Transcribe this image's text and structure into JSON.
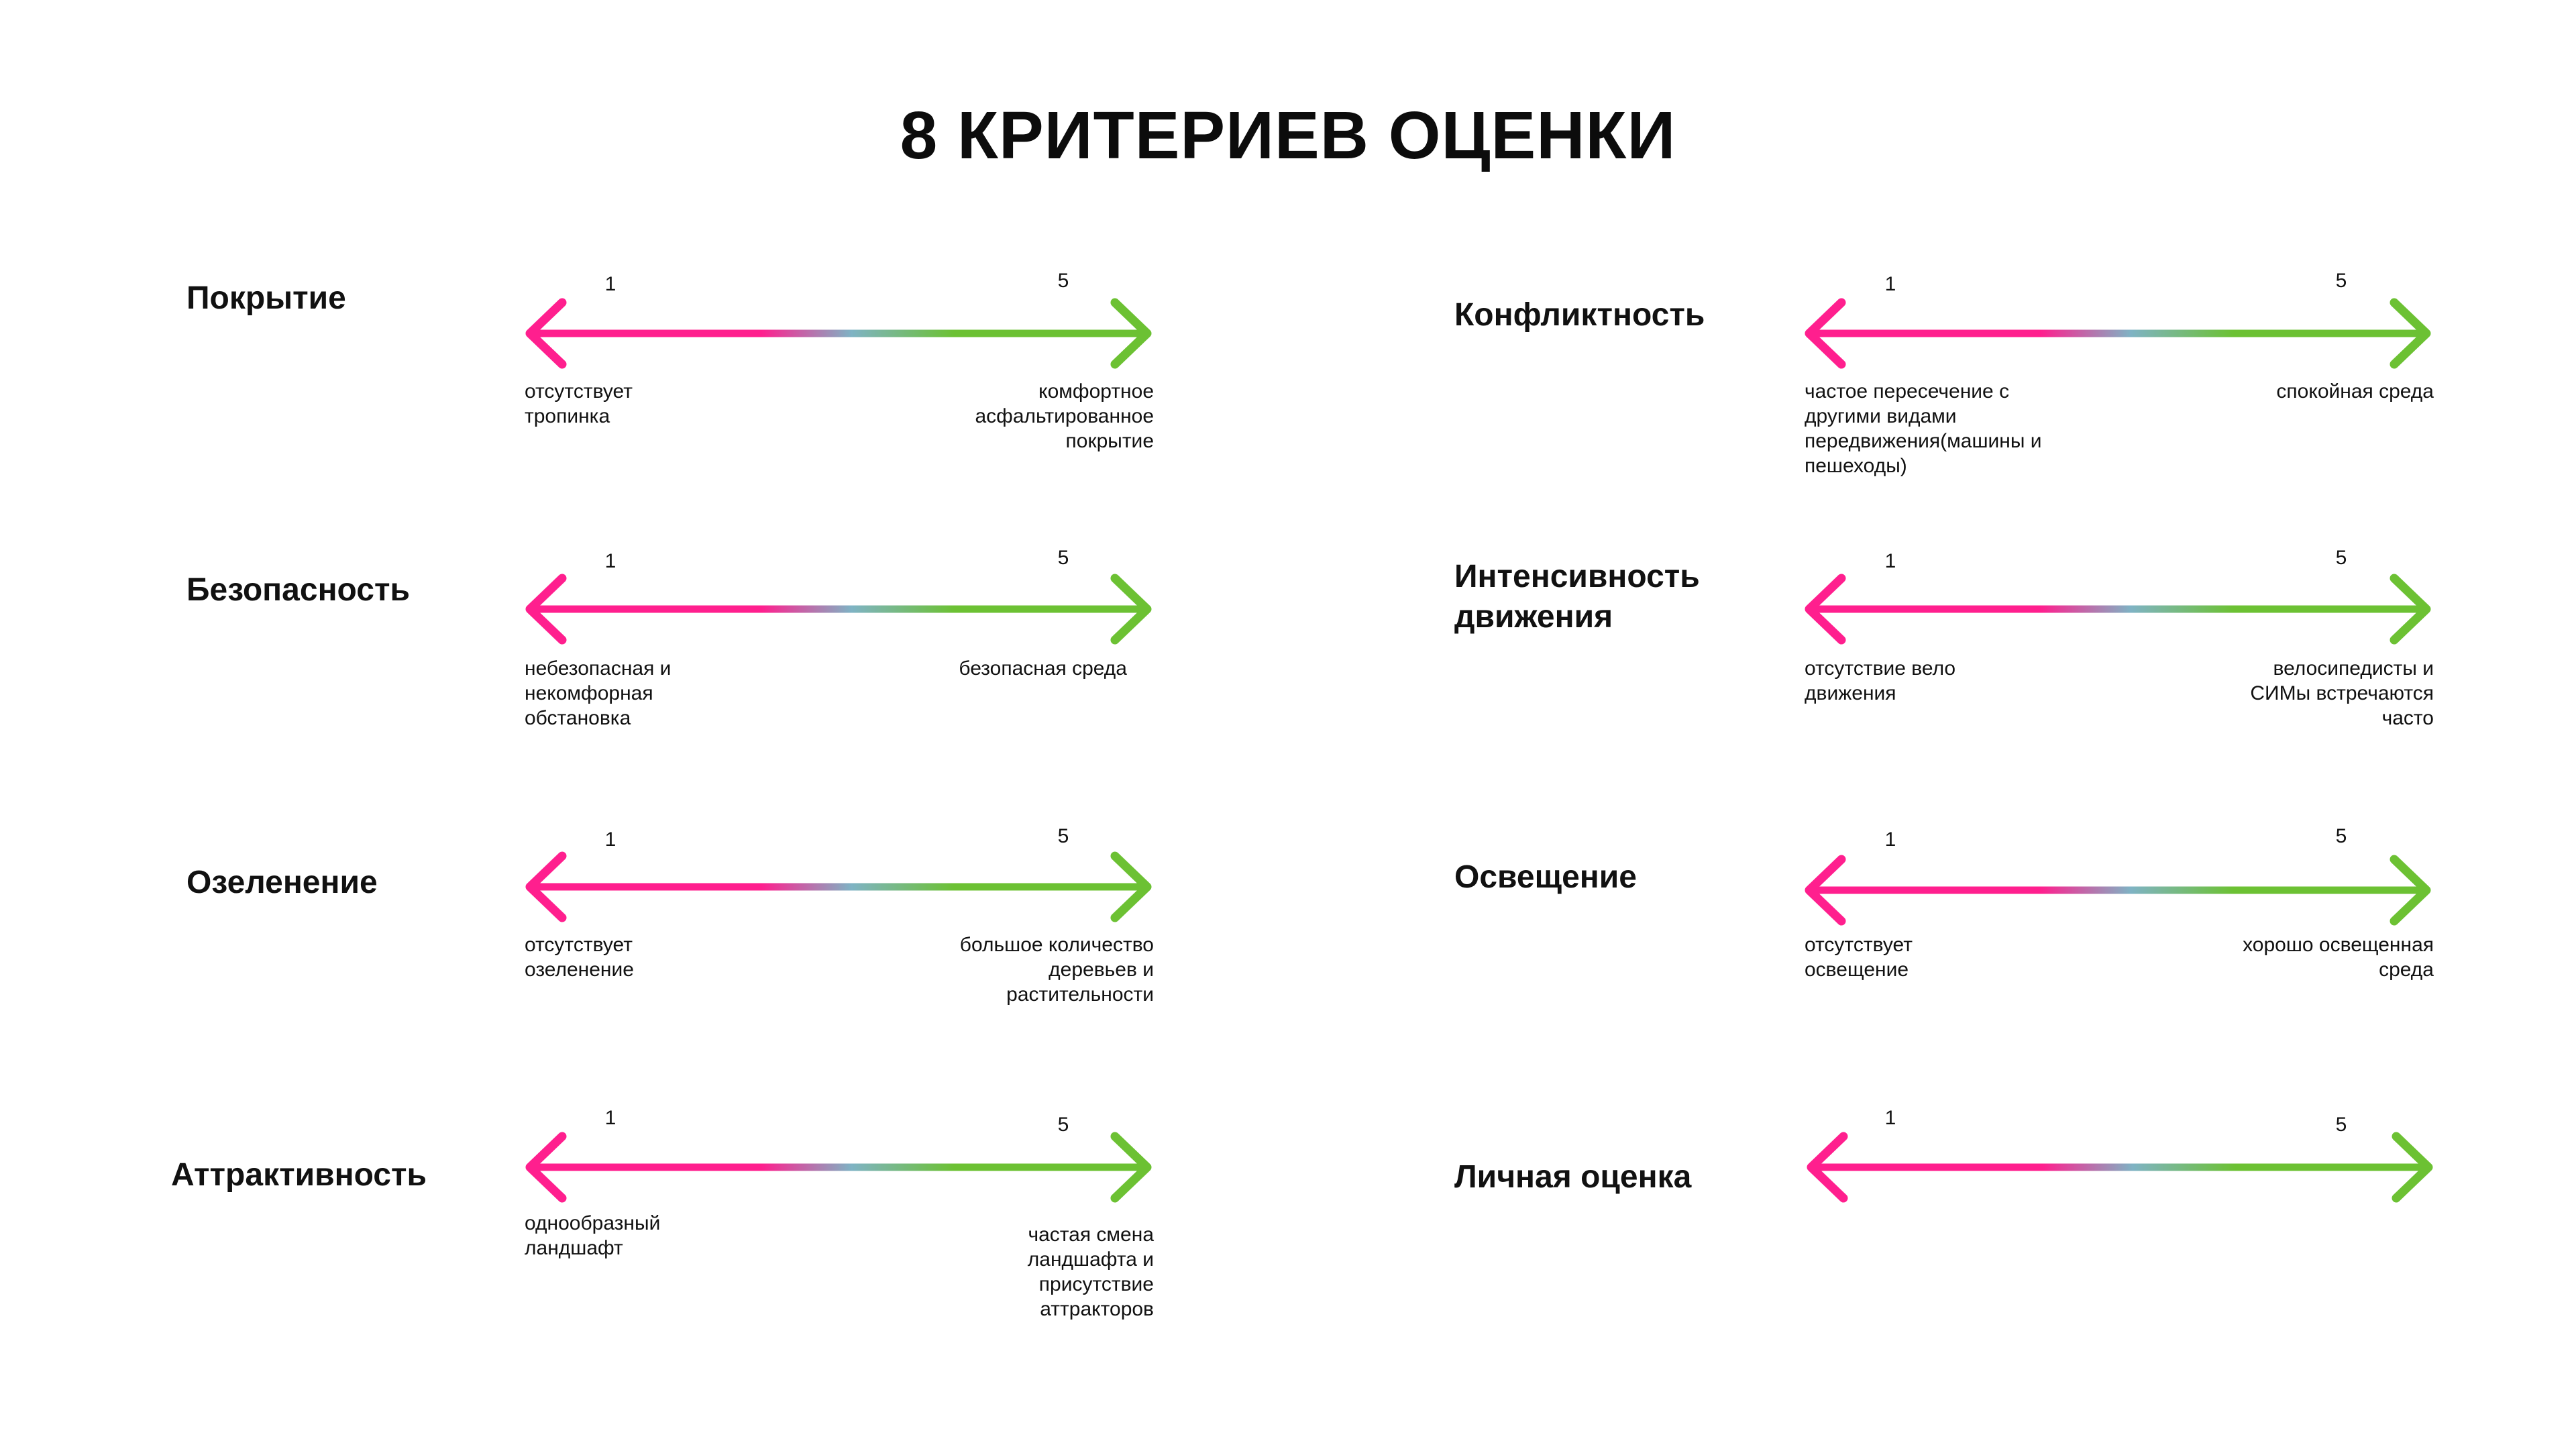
{
  "title": "8 КРИТЕРИЕВ ОЦЕНКИ",
  "colors": {
    "arrow_start": "#ff1f8e",
    "arrow_mid": "#7fb3c4",
    "arrow_end": "#6cc133"
  },
  "icons": {
    "scale_arrow": "double-headed-arrow-icon"
  },
  "criteria": [
    {
      "name": "Покрытие",
      "min": "1",
      "max": "5",
      "low": "отсутствует\nтропинка",
      "high": "комфортное\nасфальтированное\nпокрытие"
    },
    {
      "name": "Безопасность",
      "min": "1",
      "max": "5",
      "low": "небезопасная и\nнекомфорная\nобстановка",
      "high": "безопасная среда"
    },
    {
      "name": "Озеленение",
      "min": "1",
      "max": "5",
      "low": "отсутствует\nозеленение",
      "high": "большое количество\nдеревьев и\nрастительности"
    },
    {
      "name": "Аттрактивность",
      "min": "1",
      "max": "5",
      "low": "однообразный\nландшафт",
      "high": "частая смена\nландшафта и\nприсутствие\nаттракторов"
    },
    {
      "name": "Конфликтность",
      "min": "1",
      "max": "5",
      "low": "частое пересечение с\nдругими видами\nпередвижения(машины и\nпешеходы)",
      "high": "спокойная среда"
    },
    {
      "name": "Интенсивность\nдвижения",
      "min": "1",
      "max": "5",
      "low": "отсутствие  вело\nдвижения",
      "high": "велосипедисты и\nСИМы встречаются\nчасто"
    },
    {
      "name": "Освещение",
      "min": "1",
      "max": "5",
      "low": "отсутствует\nосвещение",
      "high": "хорошо освещенная\nсреда"
    },
    {
      "name": "Личная оценка",
      "min": "1",
      "max": "5",
      "low": "",
      "high": ""
    }
  ]
}
